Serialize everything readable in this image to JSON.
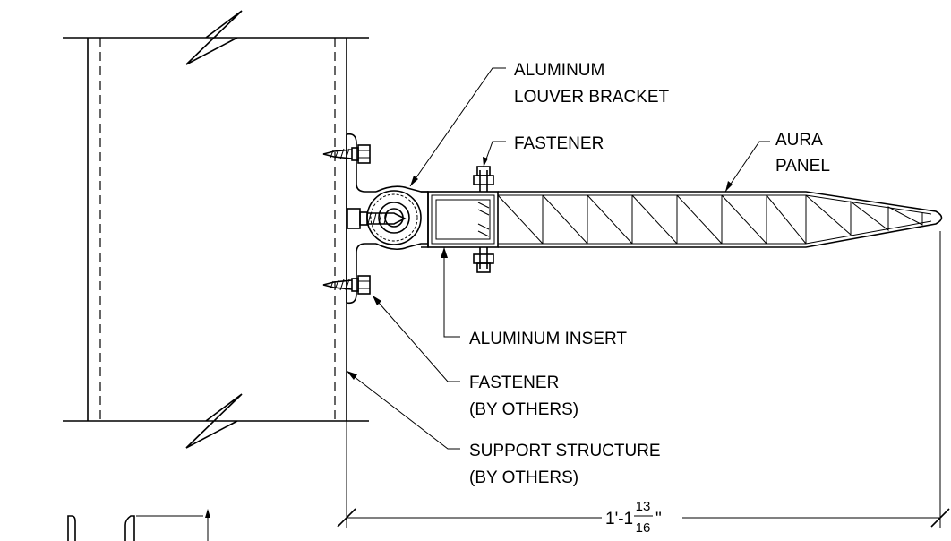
{
  "labels": {
    "bracket_line1": "ALUMINUM",
    "bracket_line2": "LOUVER BRACKET",
    "fastener": "FASTENER",
    "aura_line1": "AURA",
    "aura_line2": "PANEL",
    "insert": "ALUMINUM INSERT",
    "fastener_others_line1": "FASTENER",
    "fastener_others_line2": "(BY OTHERS)",
    "support_line1": "SUPPORT STRUCTURE",
    "support_line2": "(BY OTHERS)"
  },
  "dimension": {
    "whole": "1'-1",
    "numerator": "13",
    "denominator": "16",
    "unit": "\""
  }
}
